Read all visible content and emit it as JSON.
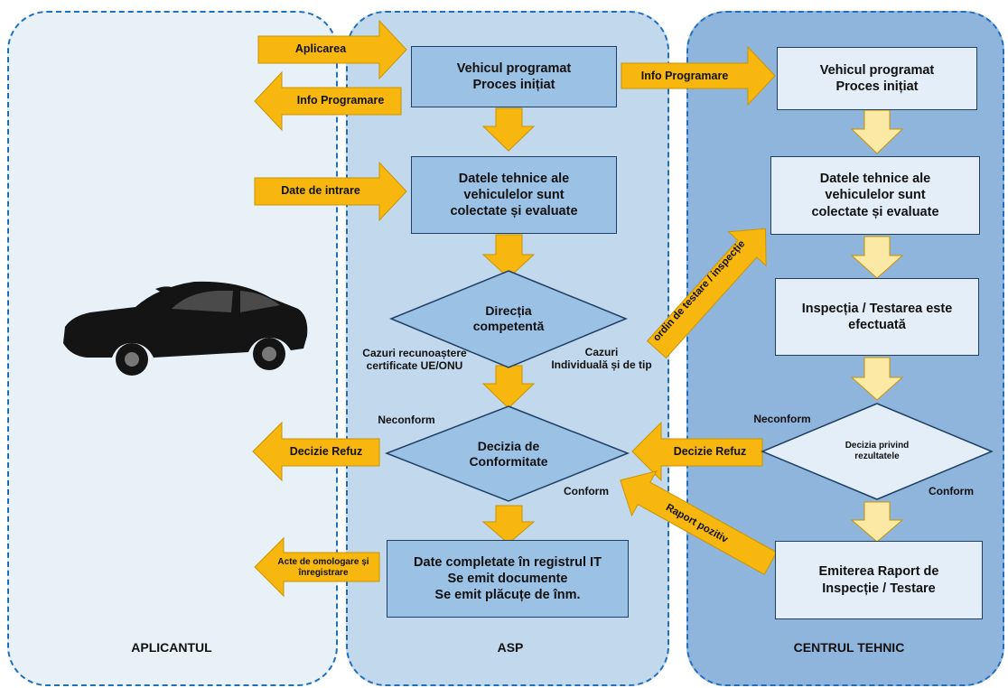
{
  "colors": {
    "arrow": "#f7b70f",
    "arrow_stroke": "#c99400",
    "asp_box": "#9bc1e5",
    "ct_box": "#e3eef9",
    "lane_border": "#1f6fbf"
  },
  "lanes": {
    "applicant": "APLICANTUL",
    "asp": "ASP",
    "technical_center": "CENTRUL TEHNIC"
  },
  "asp": {
    "box_scheduled": "Vehicul programat\nProces inițiat",
    "box_data": "Datele tehnice ale\nvehiculelor sunt\ncolectate și evaluate",
    "diamond_direction": "Direcția\ncompetentă",
    "diamond_conformity": "Decizia de\nConformitate",
    "box_final": "Date completate în registrul IT\nSe emit documente\nSe emit plăcuțe de înm."
  },
  "ct": {
    "box_scheduled": "Vehicul programat\nProces inițiat",
    "box_data": "Datele tehnice ale\nvehiculelor sunt\ncolectate și evaluate",
    "box_inspection": "Inspecția / Testarea este\nefectuată",
    "diamond_results": "Decizia privind\nrezultatele",
    "box_report": "Emiterea Raport de\nInspecție / Testare"
  },
  "arrows": {
    "aplicarea": "Aplicarea",
    "info_programare_left": "Info Programare",
    "date_intrare": "Date de intrare",
    "info_programare_right": "Info Programare",
    "ordin": "ordin de testare / inspecție",
    "decizie_refuz_left": "Decizie Refuz",
    "decizie_refuz_right": "Decizie Refuz",
    "raport_pozitiv": "Raport pozitiv",
    "acte": "Acte de omologare și\nînregistrare"
  },
  "labels": {
    "cazuri_recunoastere": "Cazuri recunoaștere\ncertificate UE/ONU",
    "cazuri_individuala": "Cazuri\nIndividuală și de tip",
    "neconform_asp": "Neconform",
    "conform_asp": "Conform",
    "neconform_ct": "Neconform",
    "conform_ct": "Conform"
  },
  "icons": {
    "car": "car-icon"
  }
}
